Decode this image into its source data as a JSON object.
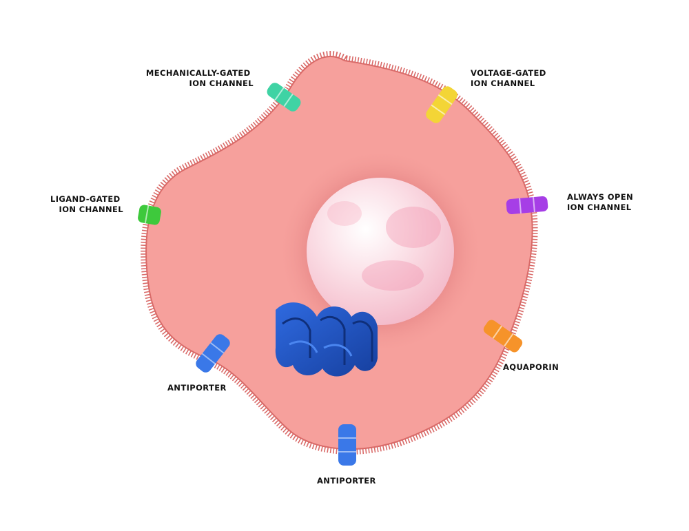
{
  "labels": {
    "mechanically_gated": [
      "MECHANICALLY-GATED",
      "ION CHANNEL"
    ],
    "voltage_gated": [
      "VOLTAGE-GATED",
      "ION CHANNEL"
    ],
    "ligand_gated": [
      "LIGAND-GATED",
      "ION CHANNEL"
    ],
    "always_open": [
      "ALWAYS OPEN",
      "ION CHANNEL"
    ],
    "aquaporin": "AQUAPORIN",
    "antiporter_left": "ANTIPORTER",
    "antiporter_bottom": "ANTIPORTER"
  },
  "colors": {
    "cytoplasm": "#f6a09c",
    "membrane": "#d96a68",
    "nucleus": "#f7cfd9",
    "golgi": "#1f56c8",
    "mechanically_gated": "#3fd3a4",
    "voltage_gated": "#f3d536",
    "ligand_gated": "#3ec93c",
    "always_open": "#a63ee6",
    "aquaporin": "#f6932a",
    "antiporter": "#3a78e8"
  }
}
